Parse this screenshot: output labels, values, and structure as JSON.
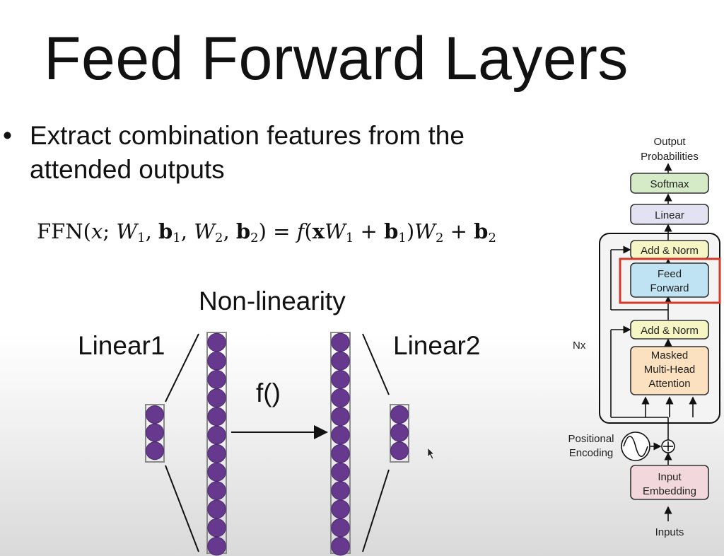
{
  "slide": {
    "title": "Feed Forward Layers",
    "bullet": "Extract combination features from the attended outputs",
    "formula": {
      "lhs": "FFN",
      "rhs_f": "f",
      "equals": "="
    }
  },
  "ffn_diagram": {
    "nonlinearity_label": "Non-linearity",
    "linear1_label": "Linear1",
    "linear2_label": "Linear2",
    "f_label": "f()",
    "input_units": 3,
    "hidden_units": 12,
    "output_units": 3,
    "neuron_color": "#66398f",
    "neuron_border": "#4a2a6b"
  },
  "transformer": {
    "output_label_line1": "Output",
    "output_label_line2": "Probabilities",
    "softmax": "Softmax",
    "linear": "Linear",
    "add_norm_top": "Add & Norm",
    "feed_forward_line1": "Feed",
    "feed_forward_line2": "Forward",
    "add_norm_bottom": "Add & Norm",
    "attention_line1": "Masked",
    "attention_line2": "Multi-Head",
    "attention_line3": "Attention",
    "nx": "Nx",
    "positional_line1": "Positional",
    "positional_line2": "Encoding",
    "input_embedding_line1": "Input",
    "input_embedding_line2": "Embedding",
    "inputs": "Inputs",
    "colors": {
      "softmax": "#d5ebc8",
      "linear": "#e2e2f3",
      "add_norm": "#f6f6c5",
      "feed_forward": "#bfe3f2",
      "attention": "#fbe1bf",
      "embedding": "#f2d8dc",
      "highlight": "#d43a2a"
    }
  }
}
